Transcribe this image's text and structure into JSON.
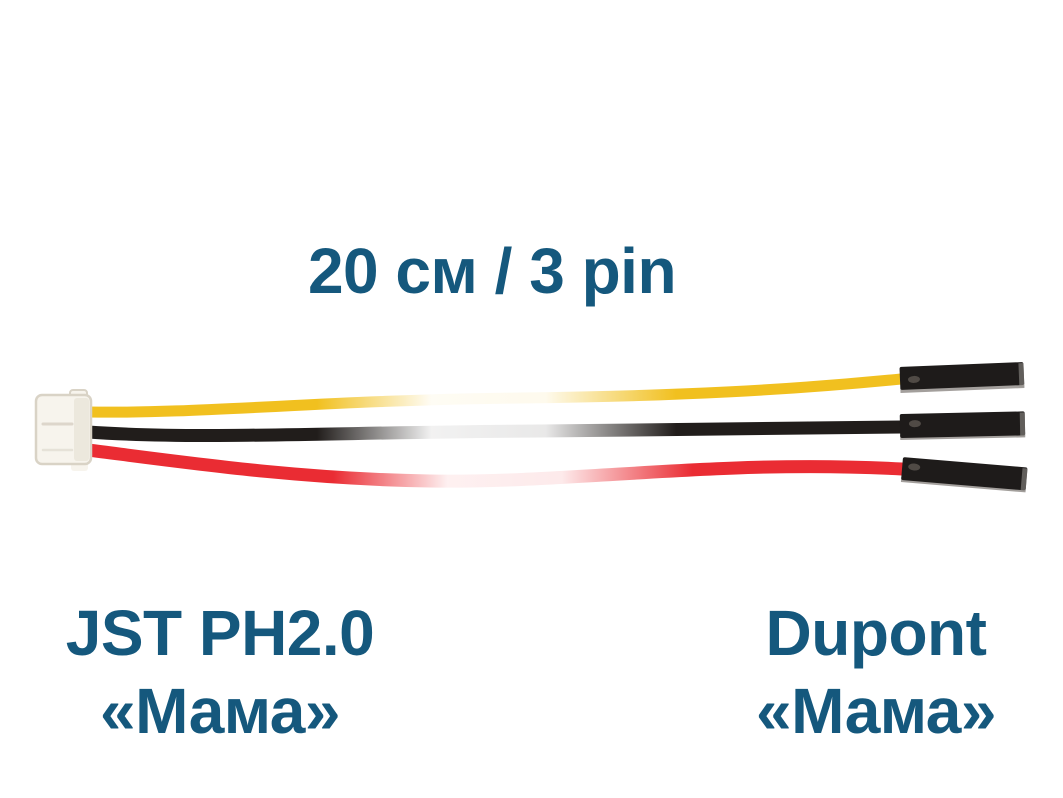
{
  "page": {
    "background": "#ffffff"
  },
  "captions": {
    "length": "20 см / 3 pin",
    "left_line1": "JST PH2.0",
    "left_line2": "«Мама»",
    "right_line1": "Dupont",
    "right_line2": "«Мама»"
  },
  "colors": {
    "page_background": "#ffffff",
    "caption_text": "#15587d",
    "wire_yellow": "#f1c01f",
    "wire_black": "#211d1b",
    "wire_red": "#ea2c33",
    "jst_body": "#f7f4ed",
    "jst_shade": "#eae5d9",
    "jst_outline": "#d9d3c6",
    "dupont_body": "#1e1b1a",
    "dupont_metal": "#999591",
    "dupont_dot": "#55504a"
  },
  "cable": {
    "length_label": "20 см",
    "pin_label": "3 pin",
    "wire_colors": [
      "yellow",
      "black",
      "red"
    ],
    "left_connector": "JST PH2.0 «Мама»",
    "right_connector": "Dupont «Мама»"
  }
}
